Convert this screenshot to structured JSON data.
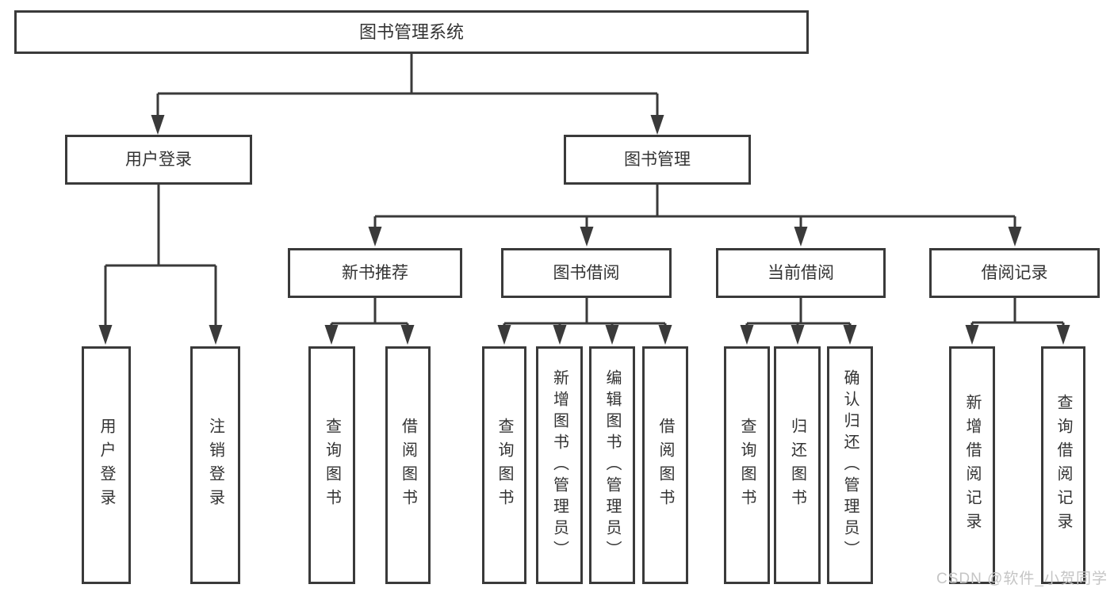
{
  "diagram": {
    "type": "hierarchy-tree",
    "tree": {
      "label": "图书管理系统",
      "children": [
        {
          "label": "用户登录",
          "children": [
            {
              "label": "用户登录"
            },
            {
              "label": "注销登录"
            }
          ]
        },
        {
          "label": "图书管理",
          "children": [
            {
              "label": "新书推荐",
              "children": [
                {
                  "label": "查询图书"
                },
                {
                  "label": "借阅图书"
                }
              ]
            },
            {
              "label": "图书借阅",
              "children": [
                {
                  "label": "查询图书"
                },
                {
                  "label": "新增图书（管理员）"
                },
                {
                  "label": "编辑图书（管理员）"
                },
                {
                  "label": "借阅图书"
                }
              ]
            },
            {
              "label": "当前借阅",
              "children": [
                {
                  "label": "查询图书"
                },
                {
                  "label": "归还图书"
                },
                {
                  "label": "确认归还（管理员）"
                }
              ]
            },
            {
              "label": "借阅记录",
              "children": [
                {
                  "label": "新增借阅记录"
                },
                {
                  "label": "查询借阅记录"
                }
              ]
            }
          ]
        }
      ]
    },
    "colors": {
      "line": "#3a3a3a",
      "box_border": "#3a3a3a",
      "text": "#333333",
      "background": "#ffffff",
      "watermark_text_color": "#c5c5c5"
    }
  },
  "watermark": {
    "label": "CSDN @软件_小贺同学"
  }
}
